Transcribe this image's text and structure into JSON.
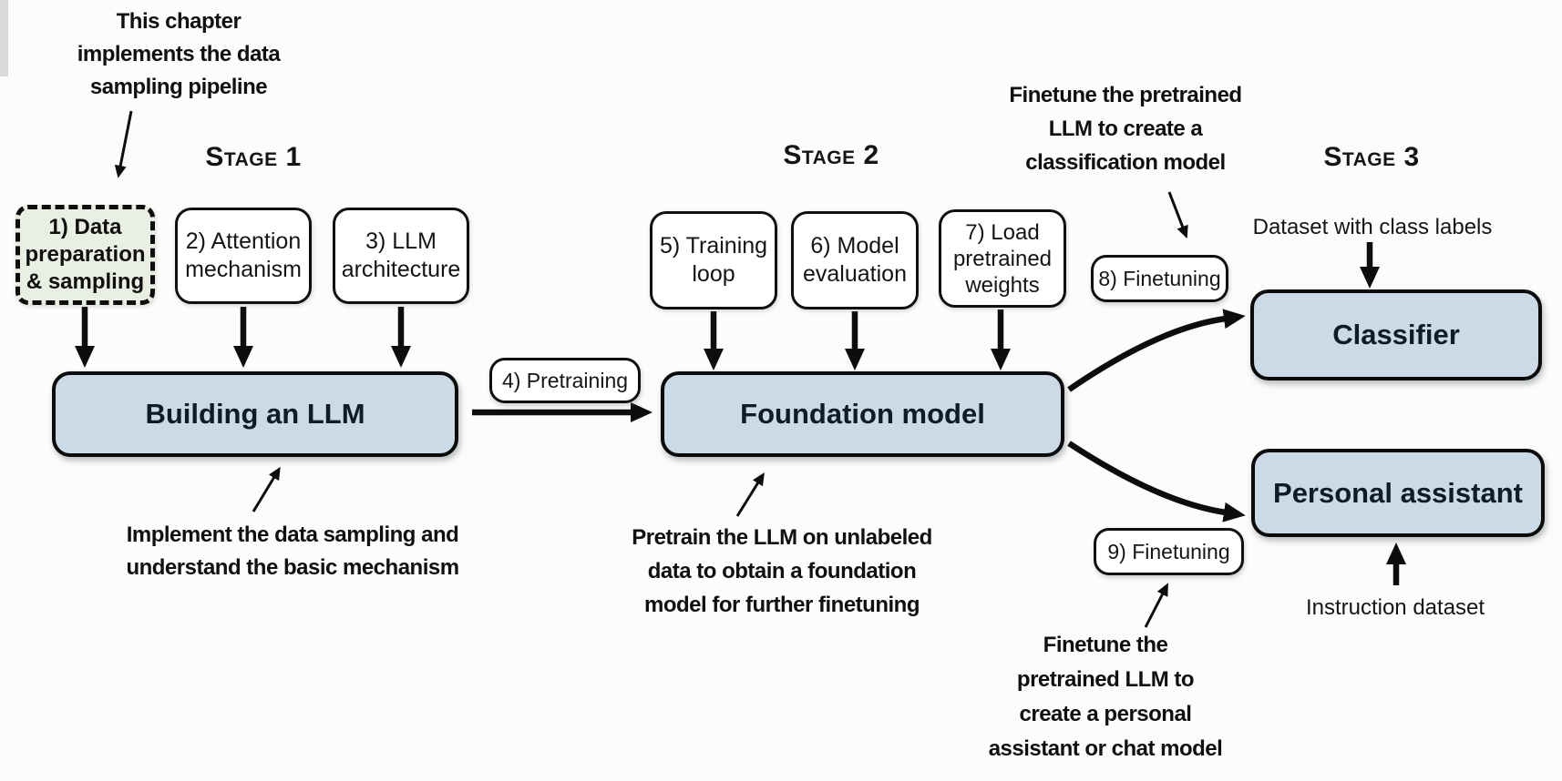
{
  "stages": [
    {
      "label": "Stage 1"
    },
    {
      "label": "Stage 2"
    },
    {
      "label": "Stage 3"
    }
  ],
  "notes": {
    "chapter": {
      "lines": [
        "This chapter",
        "implements the data",
        "sampling pipeline"
      ]
    },
    "implement": {
      "lines": [
        "Implement the data sampling and",
        "understand the basic mechanism"
      ]
    },
    "pretrain": {
      "lines": [
        "Pretrain the LLM on unlabeled",
        "data to obtain a foundation",
        "model for further finetuning"
      ]
    },
    "classification": {
      "lines": [
        "Finetune the pretrained",
        "LLM to create a",
        "classification model"
      ]
    },
    "assistant": {
      "lines": [
        "Finetune the",
        "pretrained LLM to",
        "create a personal",
        "assistant or chat model"
      ]
    }
  },
  "step_boxes": {
    "data_preparation": {
      "lines": [
        "1) Data",
        "preparation",
        "& sampling"
      ]
    },
    "attention": {
      "lines": [
        "2) Attention",
        "mechanism"
      ]
    },
    "architecture": {
      "lines": [
        "3) LLM",
        "architecture"
      ]
    },
    "pretraining": {
      "label": "4) Pretraining"
    },
    "training_loop": {
      "lines": [
        "5) Training",
        "loop"
      ]
    },
    "model_evaluation": {
      "lines": [
        "6) Model",
        "evaluation"
      ]
    },
    "load_weights": {
      "lines": [
        "7) Load",
        "pretrained",
        "weights"
      ]
    },
    "finetuning_classifier": {
      "label": "8) Finetuning"
    },
    "finetuning_assistant": {
      "label": "9) Finetuning"
    }
  },
  "model_boxes": {
    "building": "Building an LLM",
    "foundation": "Foundation model",
    "classifier": "Classifier",
    "personal_assistant": "Personal assistant"
  },
  "io_labels": {
    "class_dataset": "Dataset with class labels",
    "instruction_dataset": "Instruction dataset"
  },
  "colors": {
    "model_box_fill": "#ccd9e6",
    "highlight_box_fill": "#e9efe3",
    "line": "#0d0d0d",
    "background": "#fcfcfb"
  }
}
